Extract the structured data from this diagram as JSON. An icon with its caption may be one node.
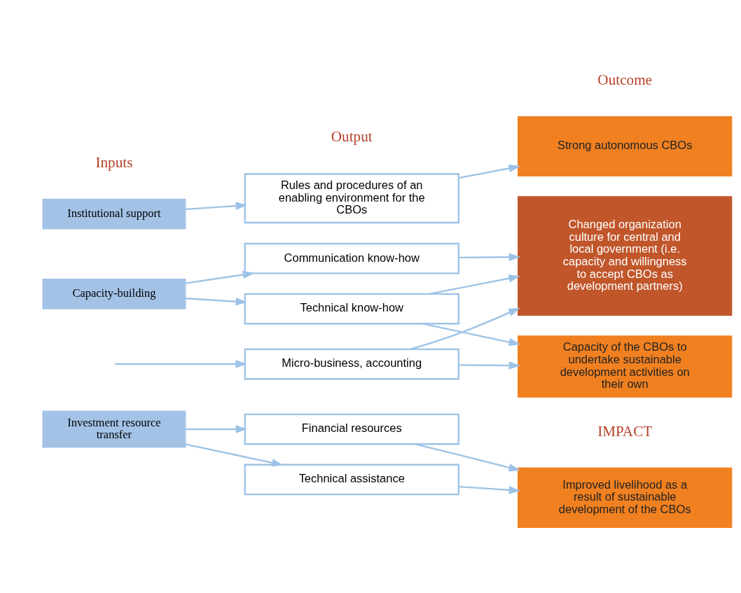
{
  "diagram": {
    "nodes": [
      {
        "text": [
          "Institutional support"
        ]
      },
      {
        "text": [
          "Rules and procedures of an enabling environment for the CBOs"
        ]
      },
      {
        "text": [
          "Strong autonomous CBOs"
        ]
      },
      {
        "text": [
          "Capacity-building"
        ]
      },
      {
        "text": [
          "Communication know-how"
        ]
      },
      {
        "text": [
          "Technical know-how"
        ]
      },
      {
        "text": [
          "Micro-business, accounting"
        ]
      },
      {
        "text": [
          "Changed organization culture for central and local government (i.e. capacity and willingness to accept CBOs as development partners)"
        ]
      },
      {
        "text": [
          "Capacity of the CBOs to undertake sustainable development activities on their own"
        ]
      },
      {
        "text": [
          "Investment resource transfer"
        ]
      },
      {
        "text": [
          "Financial resources"
        ]
      },
      {
        "text": [
          "Technical assistance"
        ]
      },
      {
        "text": [
          "Improved livelihood as a result of sustainable development of the CBOs"
        ]
      }
    ],
    "edges": [
      {
        "from": 0,
        "to": 1,
        "arrow": "to"
      },
      {
        "from": 1,
        "to": 2,
        "arrow": "to"
      },
      {
        "from": 3,
        "to": 4,
        "arrow": "to"
      },
      {
        "from": 3,
        "to": 5,
        "arrow": "to"
      },
      {
        "from": null,
        "to": 6,
        "arrow": "to"
      },
      {
        "from": 4,
        "to": 7,
        "arrow": "to"
      },
      {
        "from": 5,
        "to": 7,
        "arrow": "to"
      },
      {
        "from": 5,
        "to": 8,
        "arrow": "to"
      },
      {
        "from": 6,
        "to": 7,
        "arrow": "to"
      },
      {
        "from": 6,
        "to": 8,
        "arrow": "to"
      },
      {
        "from": 9,
        "to": 10,
        "arrow": "to"
      },
      {
        "from": 9,
        "to": 11,
        "arrow": "to"
      },
      {
        "from": 10,
        "to": 12,
        "arrow": "to"
      },
      {
        "from": 11,
        "to": 12,
        "arrow": "to"
      }
    ],
    "labels": [
      "Inputs",
      "Output",
      "Outcome",
      "IMPACT"
    ]
  }
}
